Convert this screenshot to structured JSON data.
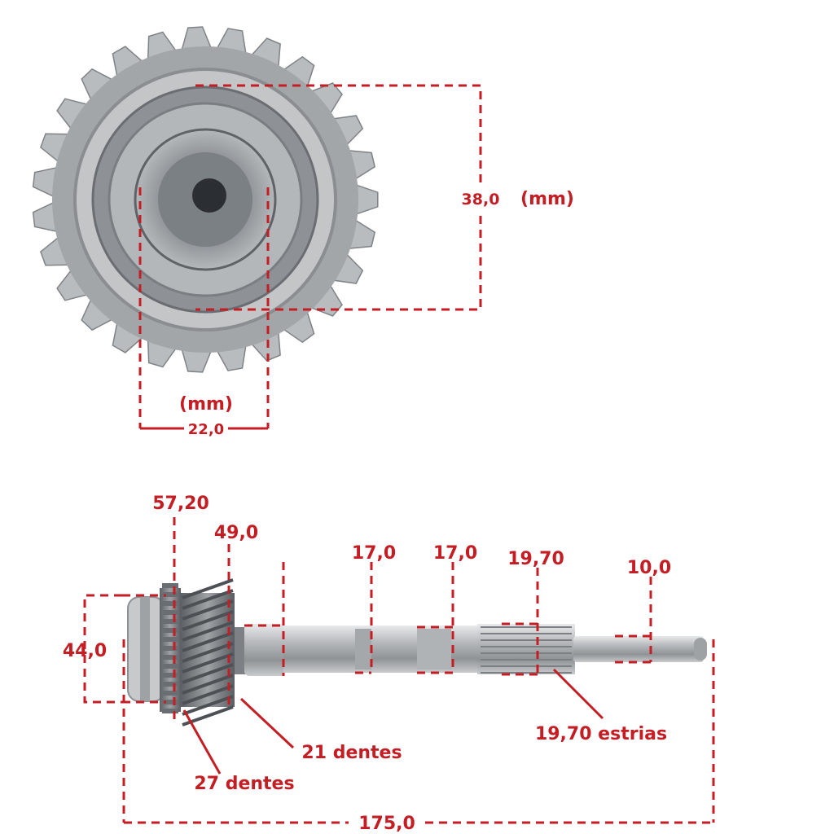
{
  "top_view": {
    "outer_diameter": {
      "value": "38,0",
      "unit": "(mm)"
    },
    "inner_diameter": {
      "value": "22,0",
      "unit": "(mm)"
    }
  },
  "side_view": {
    "dimensions": {
      "gear_large_diameter": "57,20",
      "gear_small_diameter": "49,0",
      "shaft_section_1": "17,0",
      "shaft_section_2": "17,0",
      "spline_diameter": "19,70",
      "tip_diameter": "10,0",
      "bearing_diameter": "44,0",
      "total_length": "175,0"
    },
    "callouts": {
      "small_gear_teeth": "21 dentes",
      "large_gear_teeth": "27 dentes",
      "splines": "19,70 estrias"
    }
  },
  "colors": {
    "dimension": "#c41e24",
    "metal": "#a9acaf"
  }
}
